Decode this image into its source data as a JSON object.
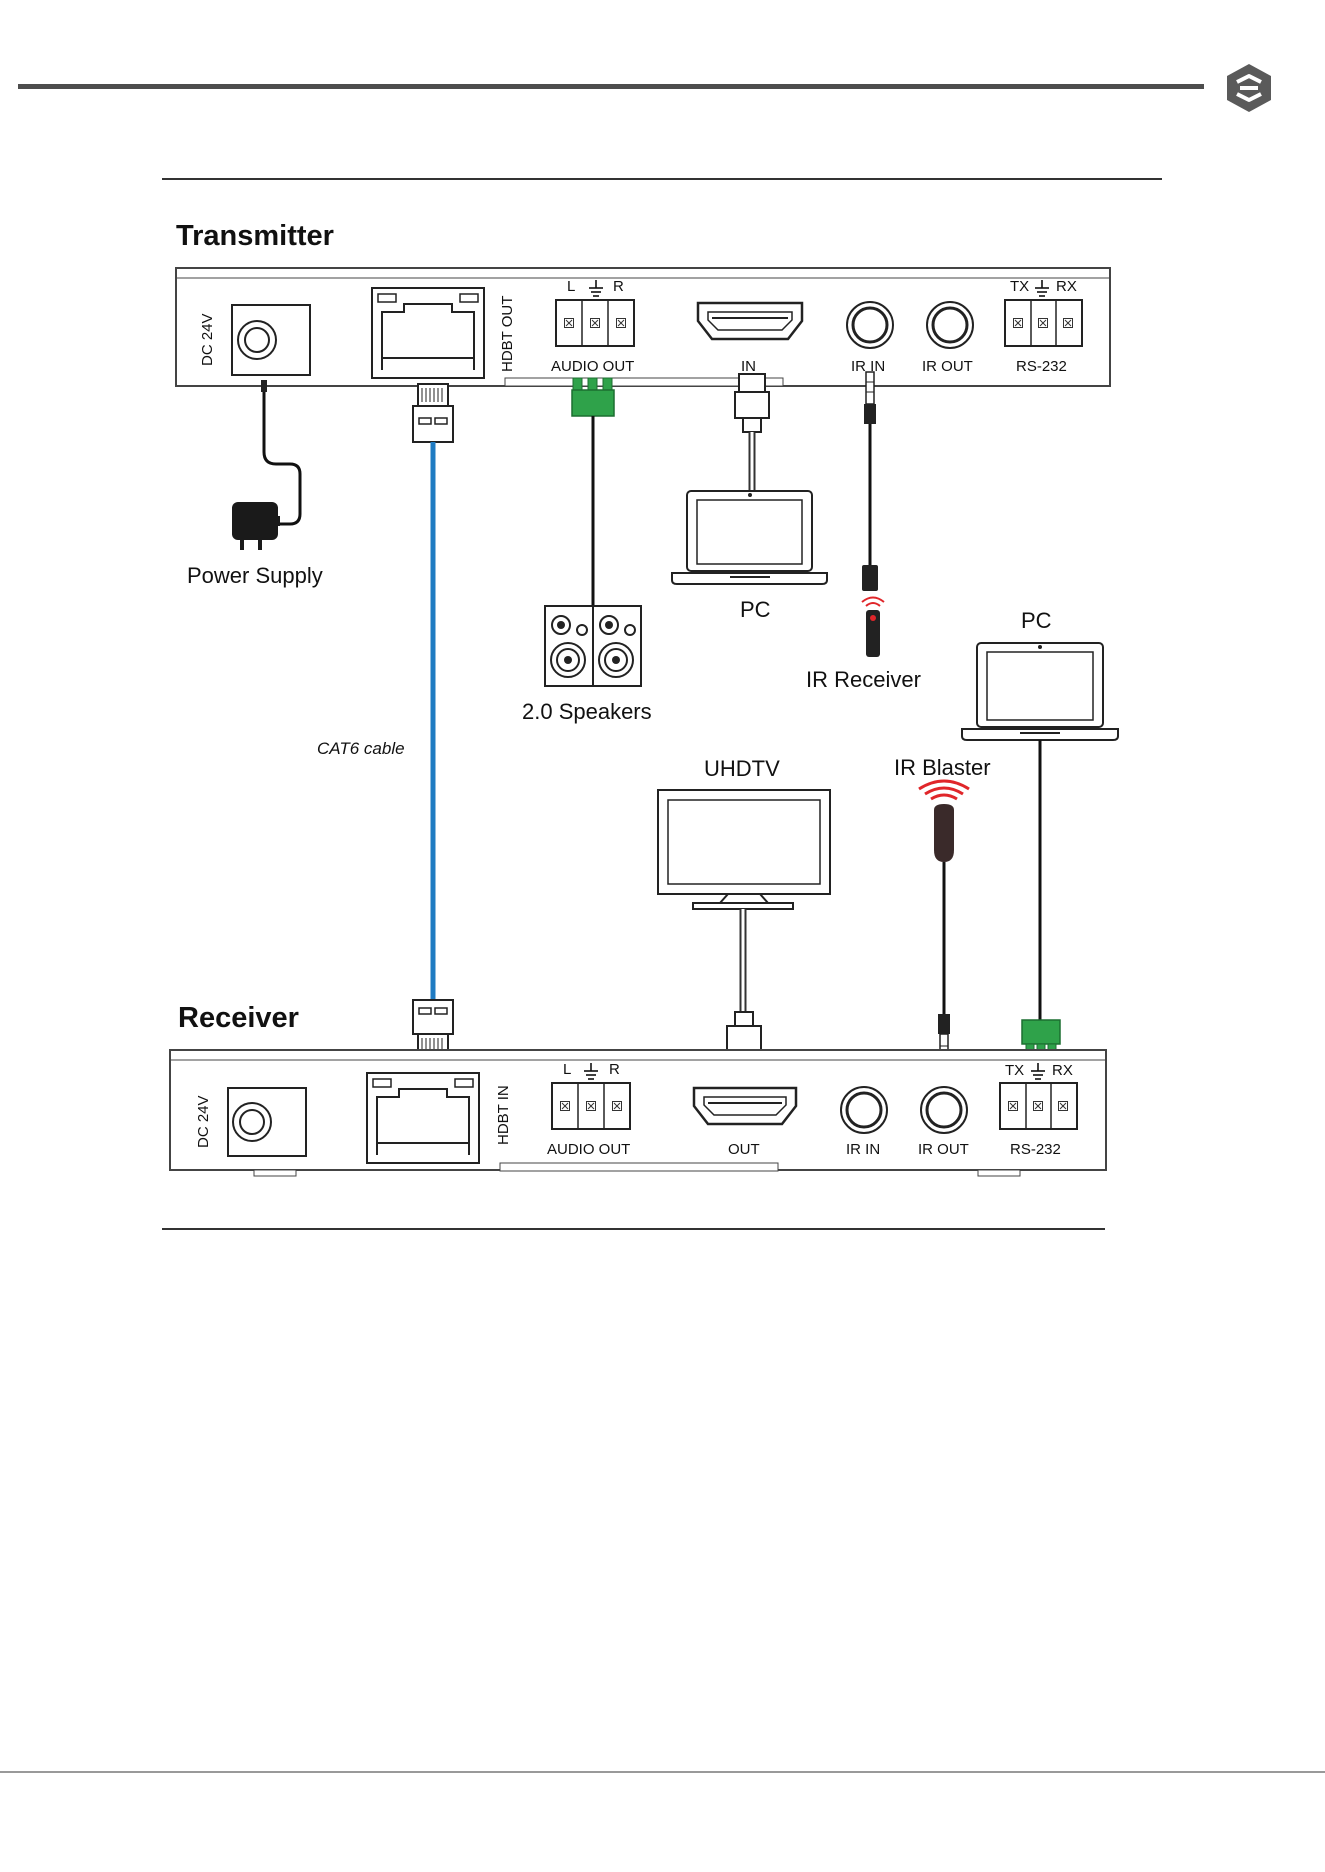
{
  "colors": {
    "accent_cable": "#1f7bc2",
    "terminal_green": "#2fa24a",
    "ir_red": "#e0262a",
    "header_rule": "#4d4d4d"
  },
  "header": {
    "logo_icon": "hex-logo-icon"
  },
  "transmitter": {
    "title": "Transmitter",
    "ports": {
      "dc": "DC 24V",
      "hdbt": "HDBT OUT",
      "audio_pins": {
        "l": "L",
        "r": "R"
      },
      "audio": "AUDIO OUT",
      "hdmi": "IN",
      "ir_in": "IR IN",
      "ir_out": "IR OUT",
      "rs_pins": {
        "tx": "TX",
        "rx": "RX"
      },
      "rs232": "RS-232"
    }
  },
  "receiver": {
    "title": "Receiver",
    "ports": {
      "dc": "DC 24V",
      "hdbt": "HDBT IN",
      "audio_pins": {
        "l": "L",
        "r": "R"
      },
      "audio": "AUDIO OUT",
      "hdmi": "OUT",
      "ir_in": "IR IN",
      "ir_out": "IR OUT",
      "rs_pins": {
        "tx": "TX",
        "rx": "RX"
      },
      "rs232": "RS-232"
    }
  },
  "devices": {
    "power_supply": "Power Supply",
    "pc_tx": "PC",
    "ir_receiver": "IR Receiver",
    "speakers": "2.0 Speakers",
    "pc_rx": "PC",
    "uhdtv": "UHDTV",
    "ir_blaster": "IR Blaster",
    "cable": "CAT6 cable"
  }
}
